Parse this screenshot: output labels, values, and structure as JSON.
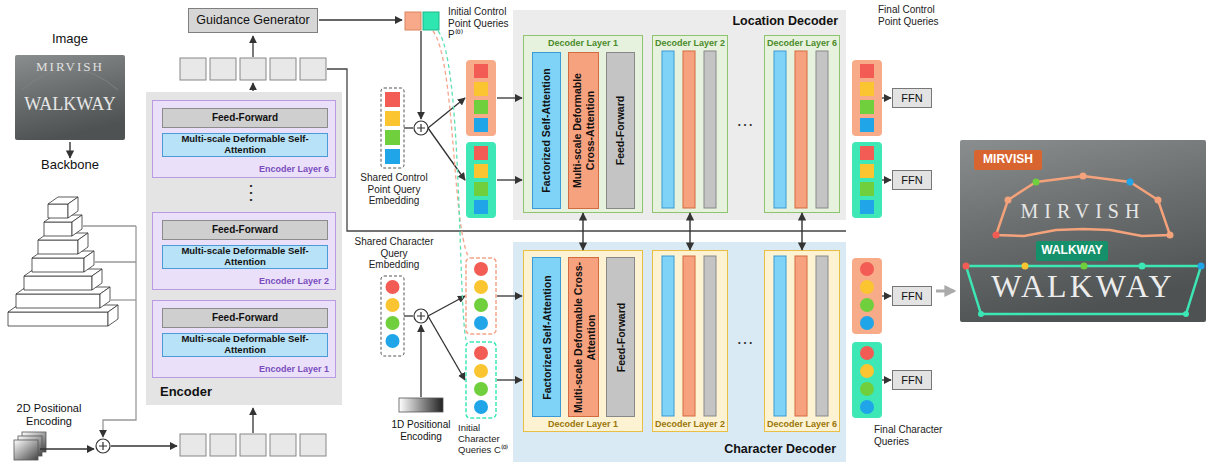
{
  "diagram": {
    "nodes": [
      {
        "text": [
          "Image"
        ]
      },
      {
        "text": [
          "Backbone"
        ]
      },
      {
        "text": [
          "2D Positional Encoding"
        ]
      },
      {
        "text": [
          "Encoder"
        ]
      },
      {
        "text": [
          "Encoder Layer 6"
        ],
        "in": 3
      },
      {
        "text": [
          "Feed-Forward"
        ],
        "in": 4
      },
      {
        "text": [
          "Multi-scale Deformable Self-Attention"
        ],
        "in": 4
      },
      {
        "text": [
          "Encoder Layer 2"
        ],
        "in": 3
      },
      {
        "text": [
          "Feed-Forward"
        ],
        "in": 7
      },
      {
        "text": [
          "Multi-scale Deformable Self-Attention"
        ],
        "in": 7
      },
      {
        "text": [
          "Encoder Layer 1"
        ],
        "in": 3
      },
      {
        "text": [
          "Feed-Forward"
        ],
        "in": 10
      },
      {
        "text": [
          "Multi-scale Deformable Self-Attention"
        ],
        "in": 10
      },
      {
        "text": [
          "Guidance Generator"
        ]
      },
      {
        "text": [
          "Location Decoder"
        ]
      },
      {
        "text": [
          "Decoder Layer 1"
        ],
        "in": 14
      },
      {
        "text": [
          "Factorized Self-Attention"
        ],
        "in": 15
      },
      {
        "text": [
          "Multi-scale Deformable Cross-Attention"
        ],
        "in": 15
      },
      {
        "text": [
          "Feed-Forward"
        ],
        "in": 15
      },
      {
        "text": [
          "Decoder Layer 2"
        ],
        "in": 14
      },
      {
        "text": [
          "Decoder Layer 6"
        ],
        "in": 14
      },
      {
        "text": [
          "FFN"
        ]
      },
      {
        "text": [
          "FFN"
        ]
      },
      {
        "text": [
          "1D Positional Encoding"
        ]
      },
      {
        "text": [
          "Character Decoder"
        ]
      },
      {
        "text": [
          "Decoder Layer 1"
        ],
        "in": 24
      },
      {
        "text": [
          "Factorized Self-Attention"
        ],
        "in": 25
      },
      {
        "text": [
          "Multi-scale Deformable Cross-Attention"
        ],
        "in": 25
      },
      {
        "text": [
          "Feed-Forward"
        ],
        "in": 25
      },
      {
        "text": [
          "Decoder Layer 2"
        ],
        "in": 24
      },
      {
        "text": [
          "Decoder Layer 6"
        ],
        "in": 24
      },
      {
        "text": [
          "FFN"
        ]
      },
      {
        "text": [
          "FFN"
        ]
      },
      {
        "text": [
          "MIRVISH"
        ]
      },
      {
        "text": [
          "WALKWAY"
        ]
      }
    ],
    "edges": [
      {
        "from": 0,
        "to": 1,
        "arrow": "to"
      },
      {
        "from": 15,
        "to": 25,
        "arrow": "both"
      },
      {
        "from": 19,
        "to": 29,
        "arrow": "both"
      },
      {
        "from": 20,
        "to": 30,
        "arrow": "both"
      }
    ],
    "labels": [
      "MIRVISH",
      "WALKWAY",
      "⋮",
      "Initial Control Point Queries P⁽⁰⁾",
      "Shared Control Point Query Embedding",
      "…",
      "Final Control Point Queries",
      "Shared Character Query Embedding",
      "Initial Character Queries C⁽⁰⁾",
      "…",
      "Final Character Queries",
      "MIRVISH",
      "WALKWAY"
    ]
  }
}
